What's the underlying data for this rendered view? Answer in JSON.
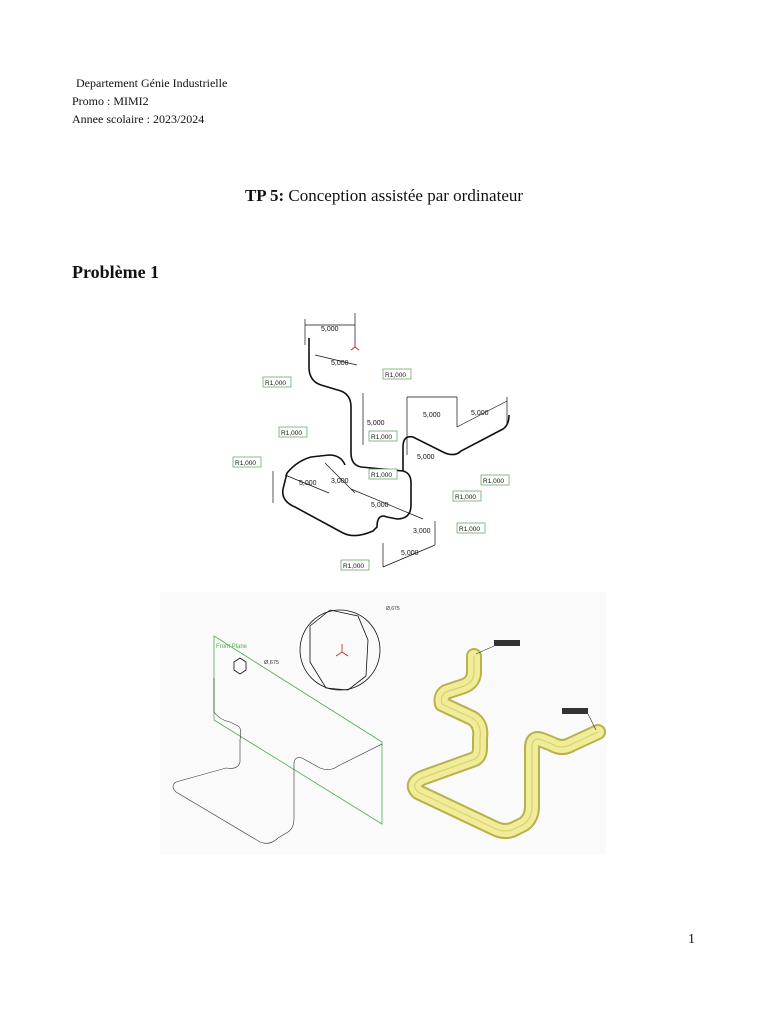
{
  "header": {
    "department": "Departement Génie Industrielle",
    "promo": "Promo : MIMI2",
    "year": "Annee scolaire : 2023/2024"
  },
  "title": {
    "prefix": "TP 5:",
    "text": "Conception assistée par ordinateur"
  },
  "section": "Problème 1",
  "drawing1": {
    "dims": [
      "5,000",
      "5,000",
      "5,000",
      "5,000",
      "5,000",
      "5,000",
      "5,000",
      "5,000",
      "3,000",
      "3,000"
    ],
    "radius_labels": [
      "R1,000",
      "R1,000",
      "R1,000",
      "R1,000",
      "R1,000",
      "R1,000",
      "R1,000",
      "R1,000",
      "R1,000"
    ]
  },
  "drawing2": {
    "plane_label": "Front Plane",
    "diameter_small": "Ø,675",
    "diameter_large": "Ø,675"
  },
  "page_number": "1",
  "colors": {
    "green": "#4caf50",
    "tube": "#f0ec9a",
    "tube_edge": "#b8b24a"
  }
}
